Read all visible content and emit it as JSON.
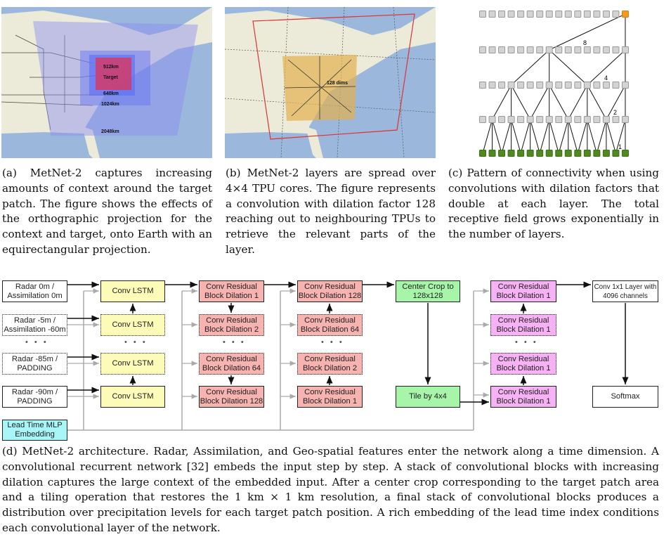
{
  "panel_a": {
    "labels": [
      "512km",
      "Target",
      "640km",
      "1024km",
      "2048km"
    ],
    "caption": "(a) MetNet-2 captures increasing amounts of context around the target patch. The figure shows the effects of the orthographic projection for the context and target, onto Earth with an equirectangular projection."
  },
  "panel_b": {
    "label": "128 dims",
    "caption": "(b) MetNet-2 layers are spread over 4×4 TPU cores. The figure represents a convolution with dilation factor 128 reaching out to neighbouring TPUs to retrieve the relevant parts of the layer."
  },
  "panel_c": {
    "dilation_labels": [
      "8",
      "4",
      "2",
      "1"
    ],
    "caption": "(c) Pattern of connectivity when using convolutions with dilation factors that double at each layer. The total receptive field grows exponentially in the number of layers."
  },
  "panel_d": {
    "inputs": [
      "Radar 0m / Assimilation 0m",
      "Radar -5m / Assimilation -60m",
      "Radar -85m / PADDING",
      "Radar -90m / PADDING"
    ],
    "lead_time": "Lead Time MLP Embedding",
    "conv_lstm": [
      "Conv LSTM",
      "Conv LSTM",
      "Conv LSTM",
      "Conv LSTM"
    ],
    "res_col1": [
      "Conv Residual Block Dilation 1",
      "Conv Residual Block Dilation 2",
      "Conv Residual Block Dilation 64",
      "Conv Residual Block Dilation 128"
    ],
    "res_col2": [
      "Conv Residual Block Dilation 128",
      "Conv Residual Block Dilation 64",
      "Conv Residual Block Dilation 2",
      "Conv Residual Block Dilation 1"
    ],
    "center_crop": "Center Crop to 128x128",
    "tile": "Tile by 4x4",
    "res_col3": [
      "Conv Residual Block Dilation 1",
      "Conv Residual Block Dilation 1",
      "Conv Residual Block Dilation 1",
      "Conv Residual Block Dilation 1"
    ],
    "conv1x1": "Conv 1x1 Layer with 4096 channels",
    "softmax": "Softmax",
    "ellipsis": "• • •",
    "caption": "(d) MetNet-2 architecture. Radar, Assimilation, and Geo-spatial features enter the network along a time dimension. A convolutional recurrent network [32] embeds the input step by step. A stack of convolutional blocks with increasing dilation captures the large context of the embedded input. After a center crop corresponding to the target patch area and a tiling operation that restores the 1 km × 1 km resolution, a final stack of convolutional blocks produces a distribution over precipitation levels for each target patch position. A rich embedding of the lead time index conditions each convolutional layer of the network."
  }
}
